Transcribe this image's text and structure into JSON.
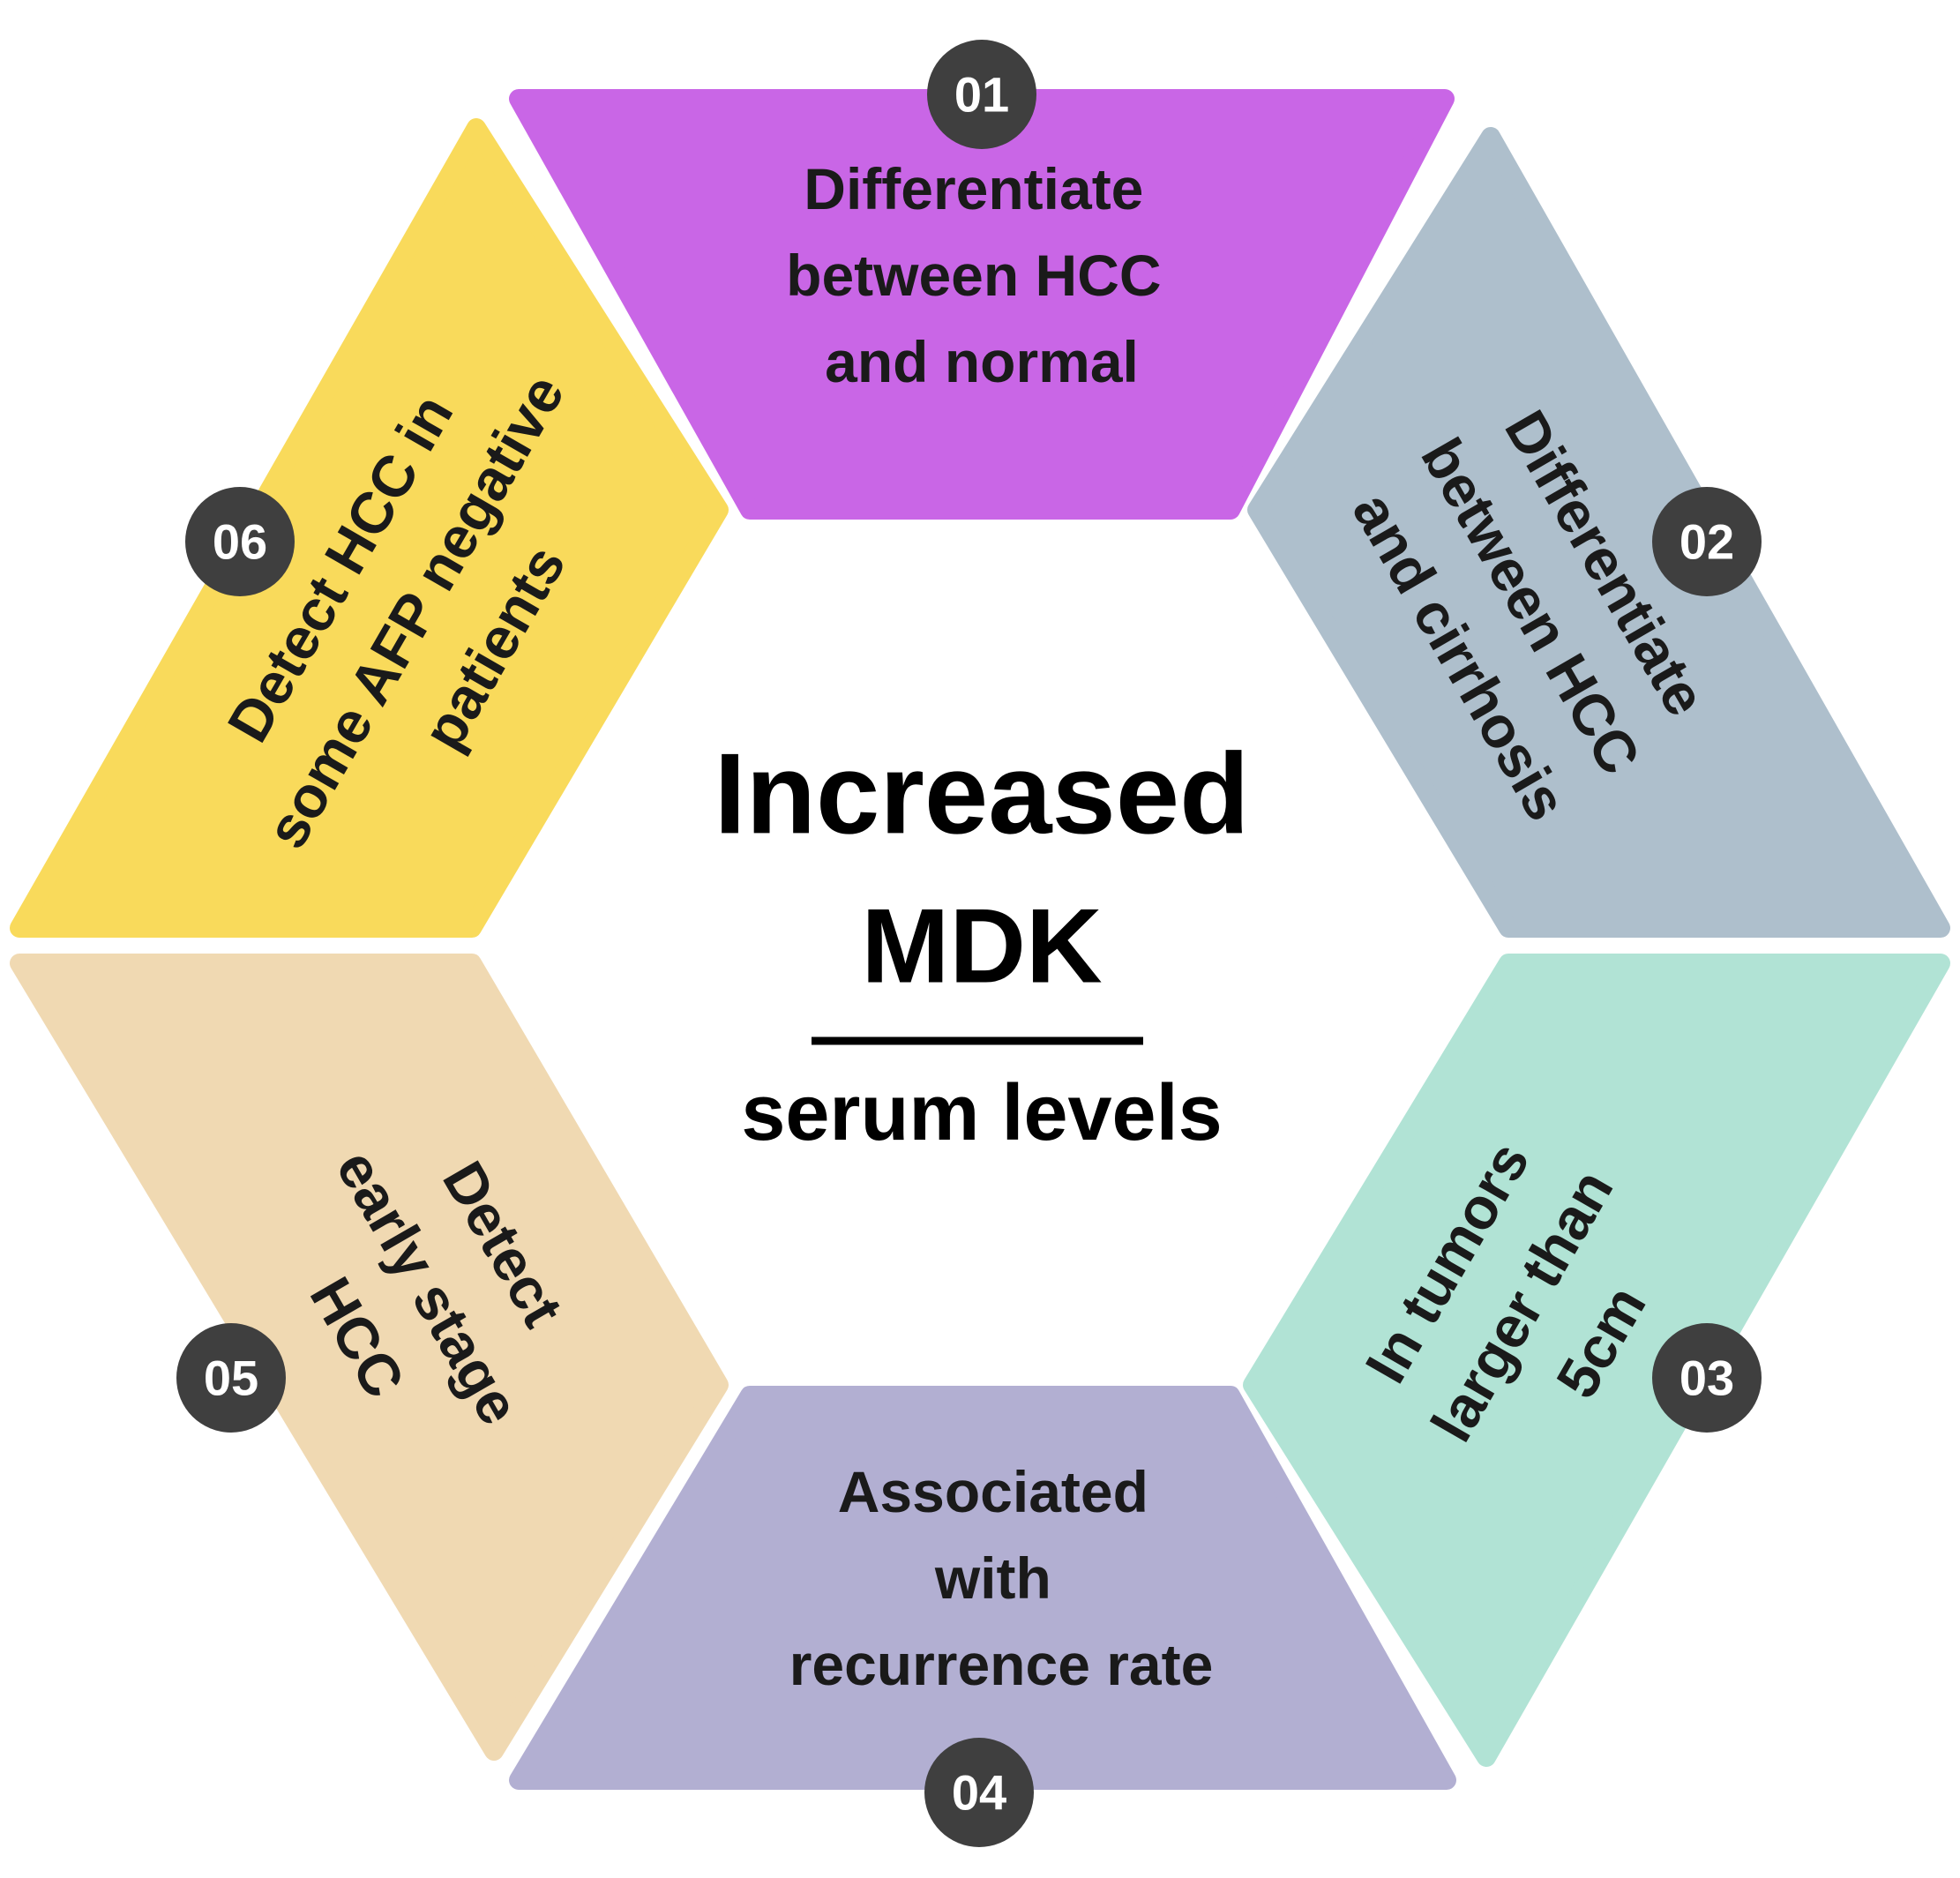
{
  "center": {
    "line1": "Increased",
    "line2": "MDK",
    "line3": "serum levels"
  },
  "segments": [
    {
      "number": "01",
      "color": "#c966e6",
      "lines": [
        "Differentiate",
        "between HCC",
        "and normal"
      ]
    },
    {
      "number": "02",
      "color": "#aebfcc",
      "lines": [
        "Differentiate",
        "between HCC",
        "and cirrhosis"
      ]
    },
    {
      "number": "03",
      "color": "#b1e3d5",
      "lines": [
        "In tumors",
        "larger than",
        "5cm"
      ]
    },
    {
      "number": "04",
      "color": "#b2afd2",
      "lines": [
        "Associated",
        "with",
        "recurrence rate"
      ]
    },
    {
      "number": "05",
      "color": "#f0d9b2",
      "lines": [
        "Detect",
        "early stage",
        "HCC"
      ]
    },
    {
      "number": "06",
      "color": "#f9da5b",
      "lines": [
        "Detect HCC in",
        "some AFP negative",
        "patients"
      ]
    }
  ],
  "badge_color": "#3f3f3f"
}
